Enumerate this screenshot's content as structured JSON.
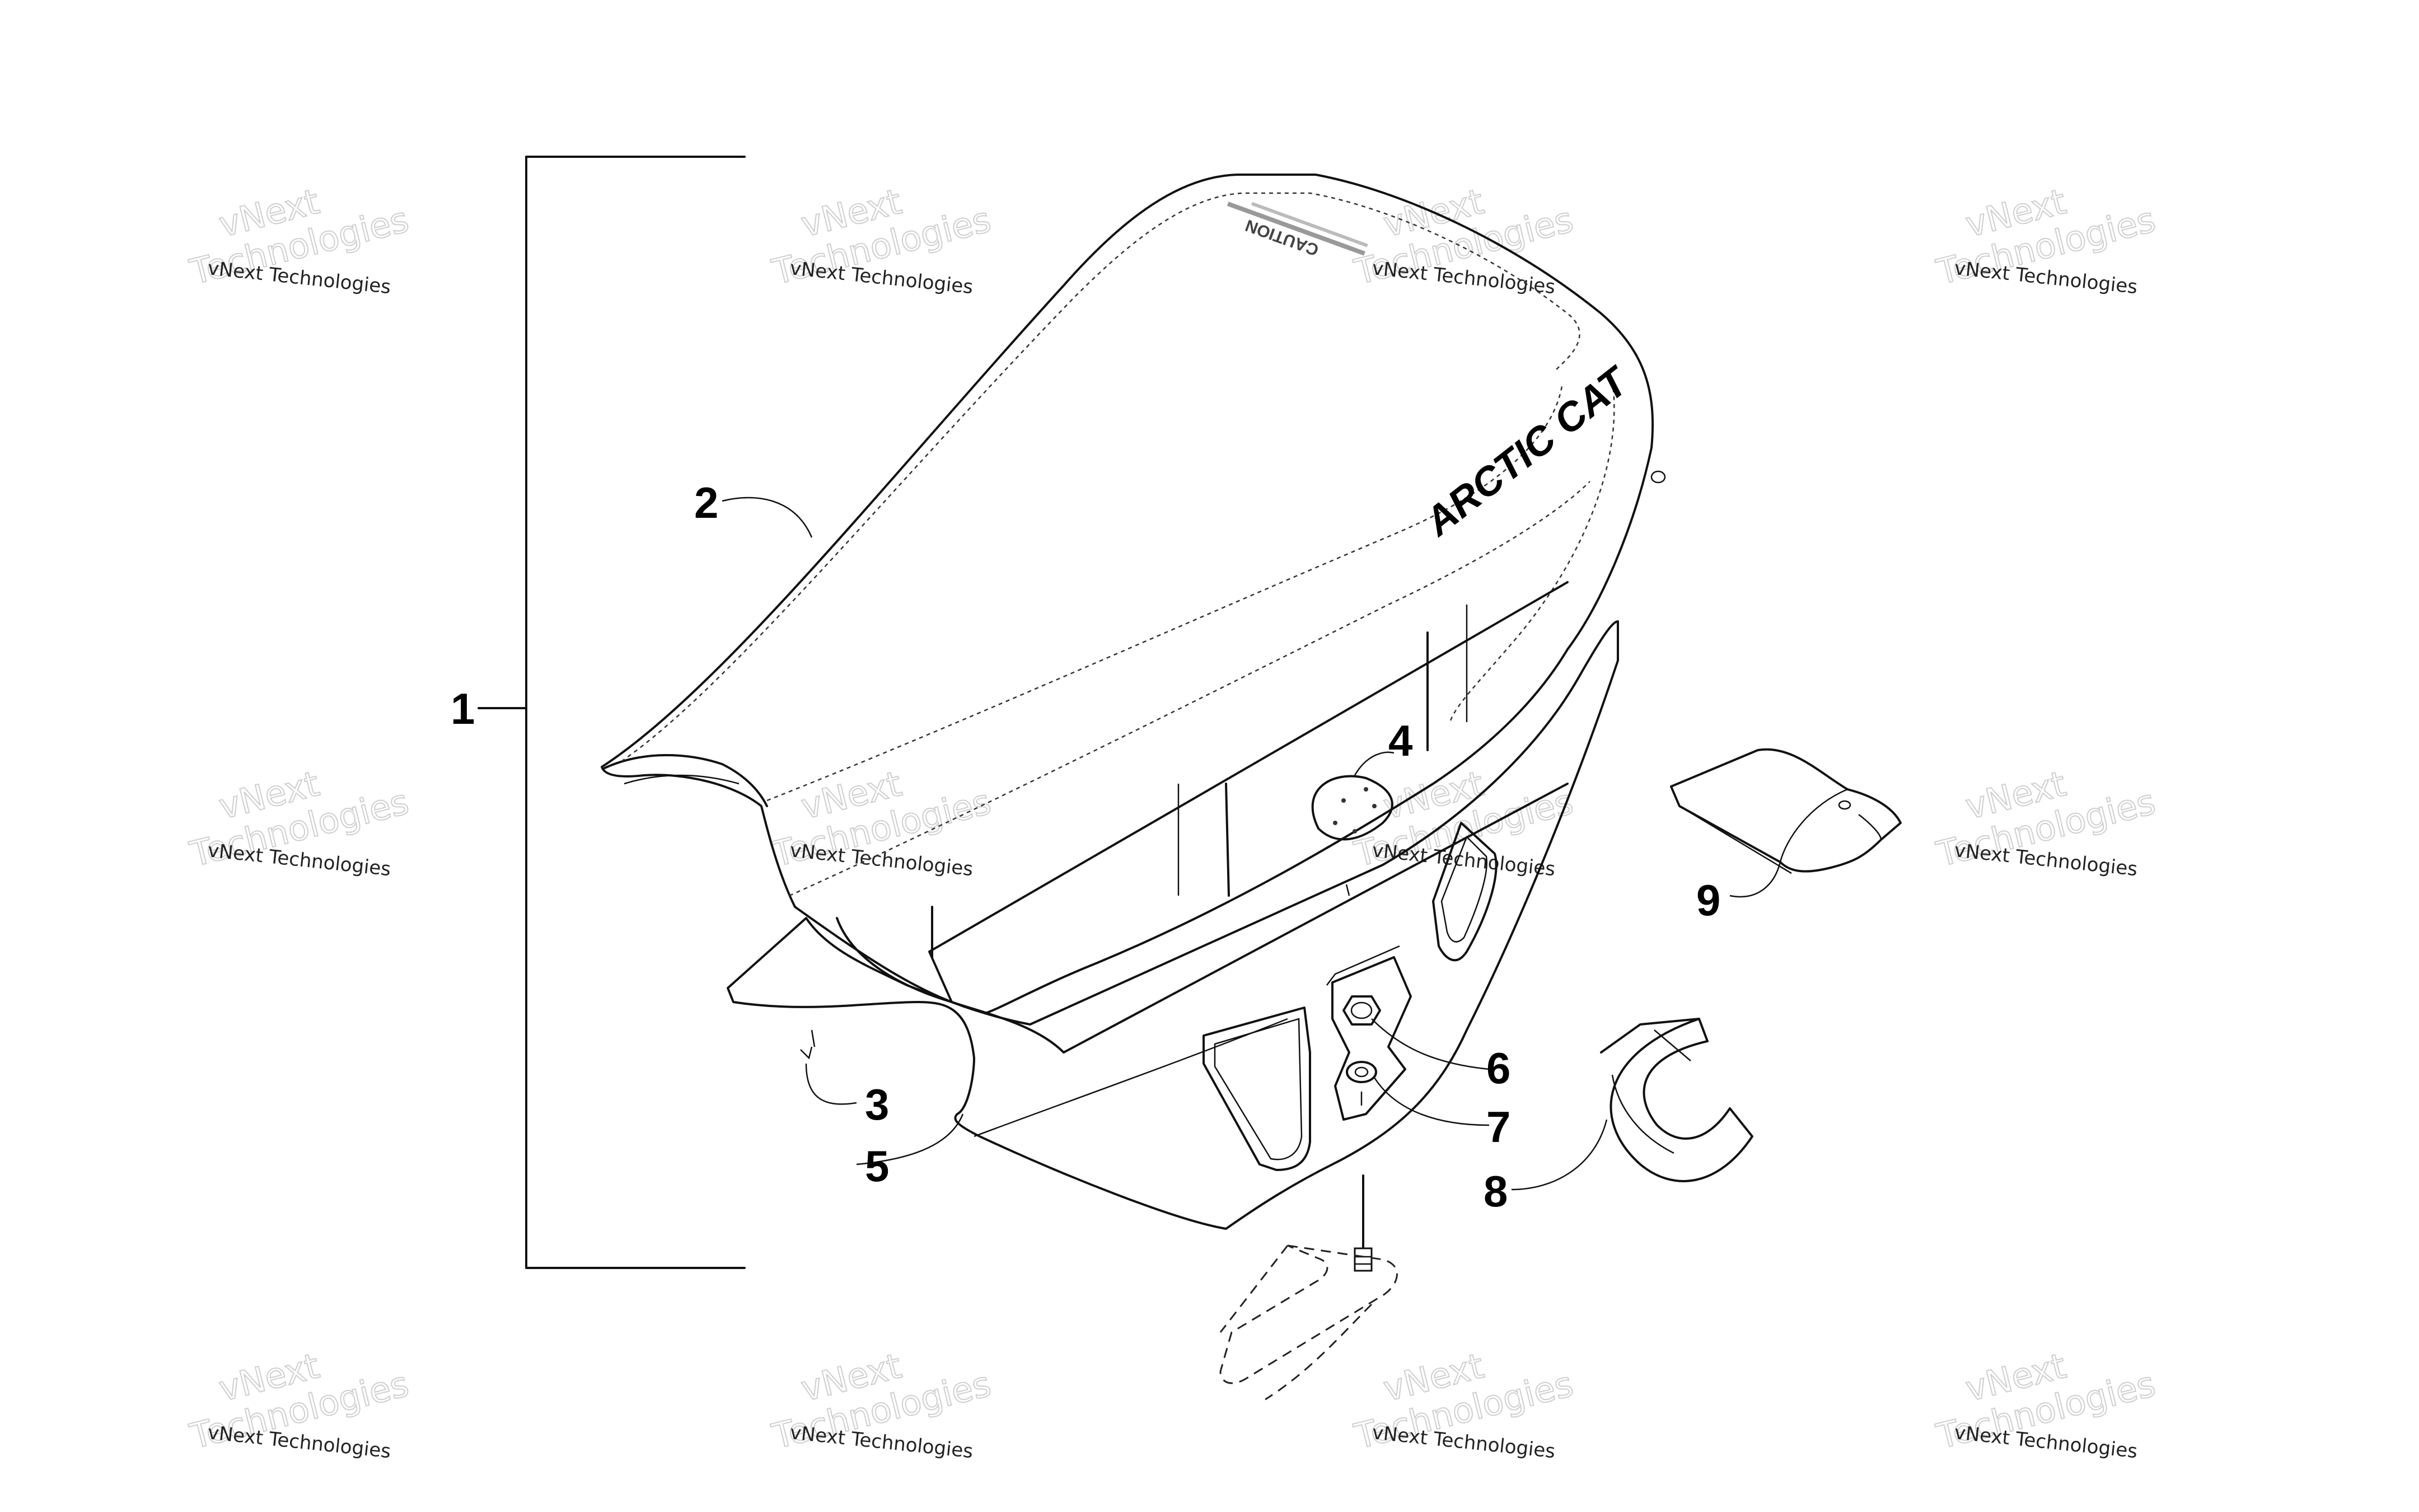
{
  "diagram": {
    "callouts": [
      {
        "id": "1",
        "label": "1"
      },
      {
        "id": "2",
        "label": "2"
      },
      {
        "id": "3",
        "label": "3"
      },
      {
        "id": "4",
        "label": "4"
      },
      {
        "id": "5",
        "label": "5"
      },
      {
        "id": "6",
        "label": "6"
      },
      {
        "id": "7",
        "label": "7"
      },
      {
        "id": "8",
        "label": "8"
      },
      {
        "id": "9",
        "label": "9"
      }
    ],
    "seat_logo": "ARCTIC CAT",
    "warning_label": "CAUTION"
  },
  "watermark": {
    "text_small": "vNext Technologies",
    "text_big_1": "vNext",
    "text_big_2": "Technologies"
  },
  "colors": {
    "background": "#ffffff",
    "line": "#111111",
    "watermark_outline": "#cfcfcf"
  }
}
